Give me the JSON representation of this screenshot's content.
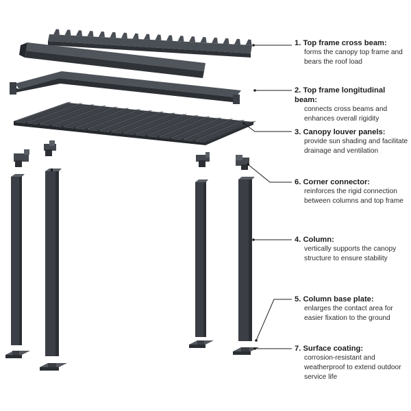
{
  "colors": {
    "metal": "#3b3f45",
    "metal_light": "#5a5f66",
    "metal_dark": "#26292d",
    "leader": "#1c1c1c"
  },
  "callouts": [
    {
      "title": "1. Top frame cross beam:",
      "desc": "forms the canopy top frame and bears the roof load"
    },
    {
      "title": "2. Top frame longitudinal beam:",
      "desc": "connects cross beams and enhances overall rigidity"
    },
    {
      "title": "3. Canopy louver panels:",
      "desc": "provide sun shading and facilitate drainage and ventilation"
    },
    {
      "title": "6. Corner connector:",
      "desc": "reinforces the rigid connection between columns and top frame"
    },
    {
      "title": "4. Column:",
      "desc": "vertically supports the canopy structure to ensure stability"
    },
    {
      "title": "5. Column base plate:",
      "desc": "enlarges the contact area for easier fixation to the ground"
    },
    {
      "title": "7. Surface coating:",
      "desc": "corrosion-resistant and weatherproof to extend outdoor service life"
    }
  ]
}
